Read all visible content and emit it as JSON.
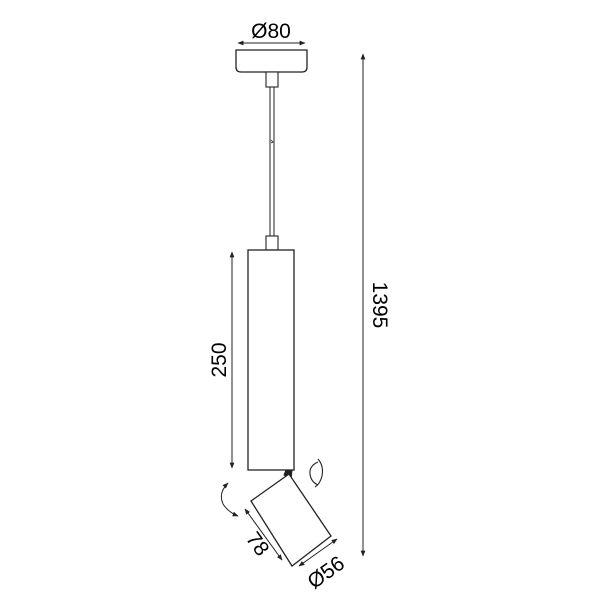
{
  "drawing": {
    "title": "Pendant spot light dimension drawing",
    "units": "mm",
    "colors": {
      "line": "#222222",
      "background": "#ffffff"
    },
    "dimensions": {
      "canopy_diameter": "Ø80",
      "body_length": "250",
      "total_height": "1395",
      "head_length": "78",
      "head_diameter": "Ø56"
    },
    "icons": {
      "rotate_vertical": "rotate-arrow-icon",
      "tilt": "tilt-arrow-icon"
    }
  }
}
